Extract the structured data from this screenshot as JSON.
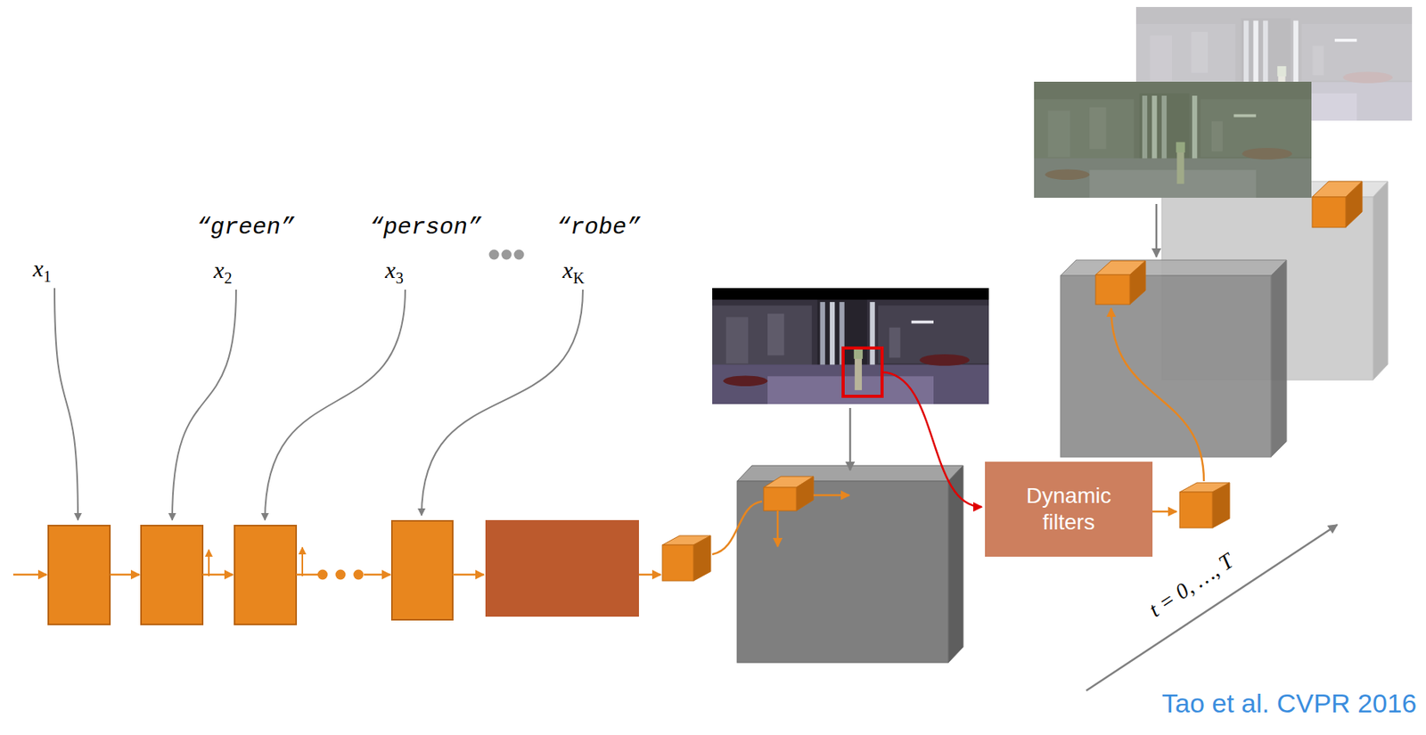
{
  "diagram": {
    "nodes": [
      {
        "text": [
          "Dynamic filters"
        ]
      }
    ],
    "labels": [
      "“green”",
      "“person”",
      "“robe”",
      "x1",
      "x2",
      "x3",
      "xK",
      "t = 0, …, T",
      "Tao et al. CVPR 2016"
    ]
  }
}
